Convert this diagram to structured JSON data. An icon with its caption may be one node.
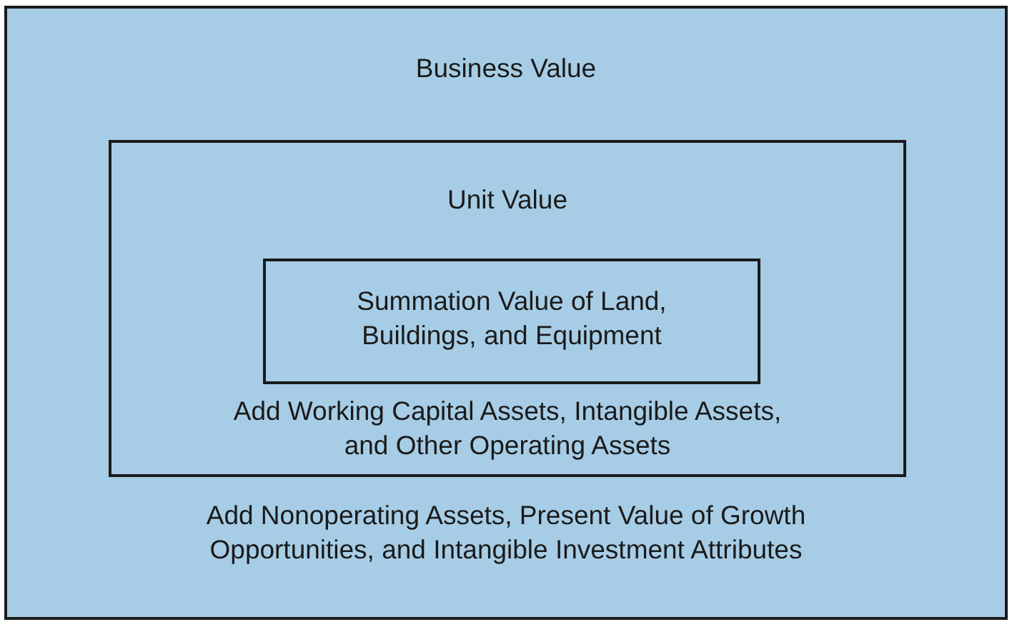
{
  "diagram": {
    "nodes": [
      {
        "text": [
          "Business Value",
          "Add Nonoperating Assets, Present Value of Growth Opportunities, and Intangible Investment Attributes"
        ]
      },
      {
        "text": [
          "Unit Value",
          "Add Working Capital Assets, Intangible Assets, and Other Operating Assets"
        ],
        "in": 0
      },
      {
        "text": [
          "Summation Value of Land, Buildings, and Equipment"
        ],
        "in": 1
      }
    ]
  }
}
